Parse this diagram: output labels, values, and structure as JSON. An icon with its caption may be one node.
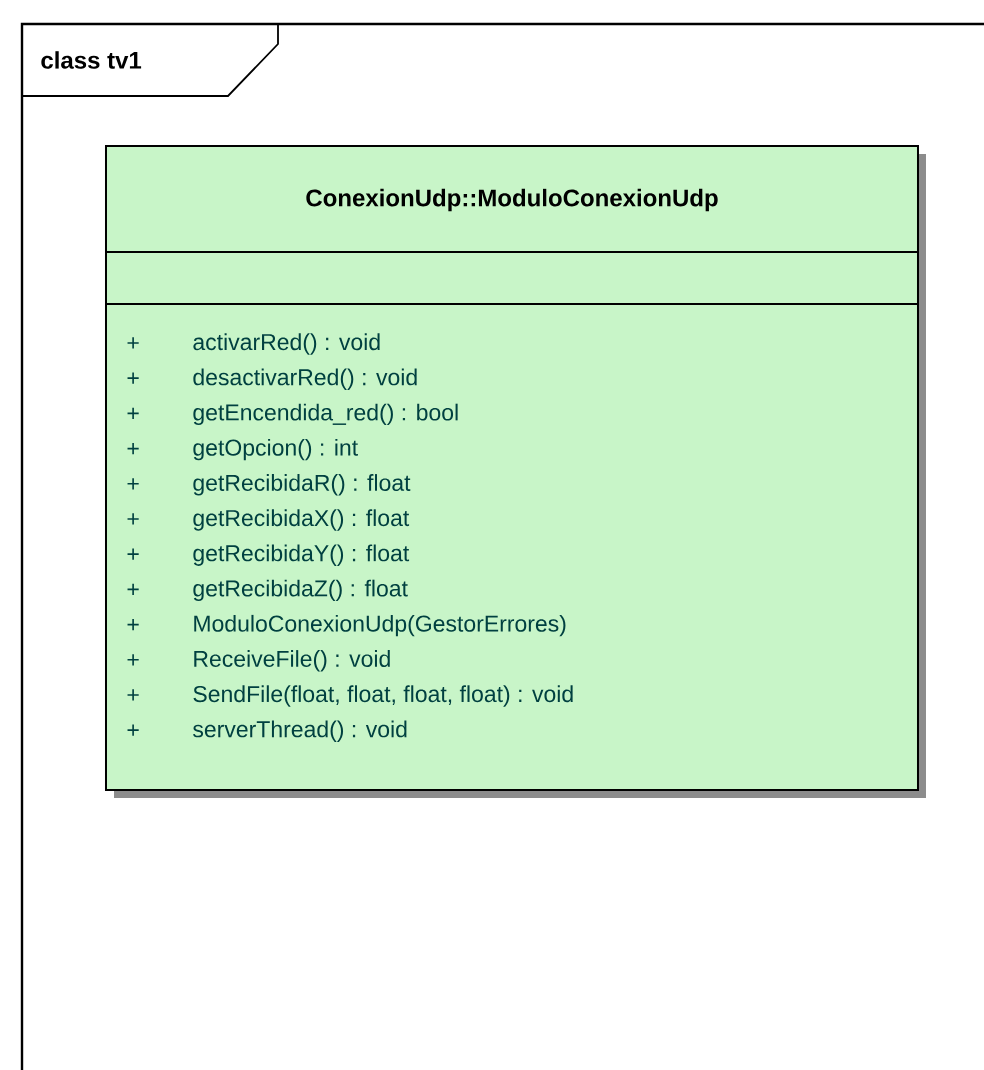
{
  "diagram": {
    "nodes": [
      {
        "text": [
          "class tv1"
        ]
      },
      {
        "text": [
          "ConexionUdp::ModuloConexionUdp",
          "+",
          "activarRed() : void",
          "+",
          "desactivarRed() : void",
          "+",
          "getEncendida_red() : bool",
          "+",
          "getOpcion() : int",
          "+",
          "getRecibidaR() : float",
          "+",
          "getRecibidaX() : float",
          "+",
          "getRecibidaY() : float",
          "+",
          "getRecibidaZ() : float",
          "+",
          "ModuloConexionUdp(GestorErrores)",
          "+",
          "ReceiveFile() : void",
          "+",
          "SendFile(float, float, float, float) : void",
          "+",
          "serverThread() : void"
        ],
        "in": 0
      }
    ]
  }
}
